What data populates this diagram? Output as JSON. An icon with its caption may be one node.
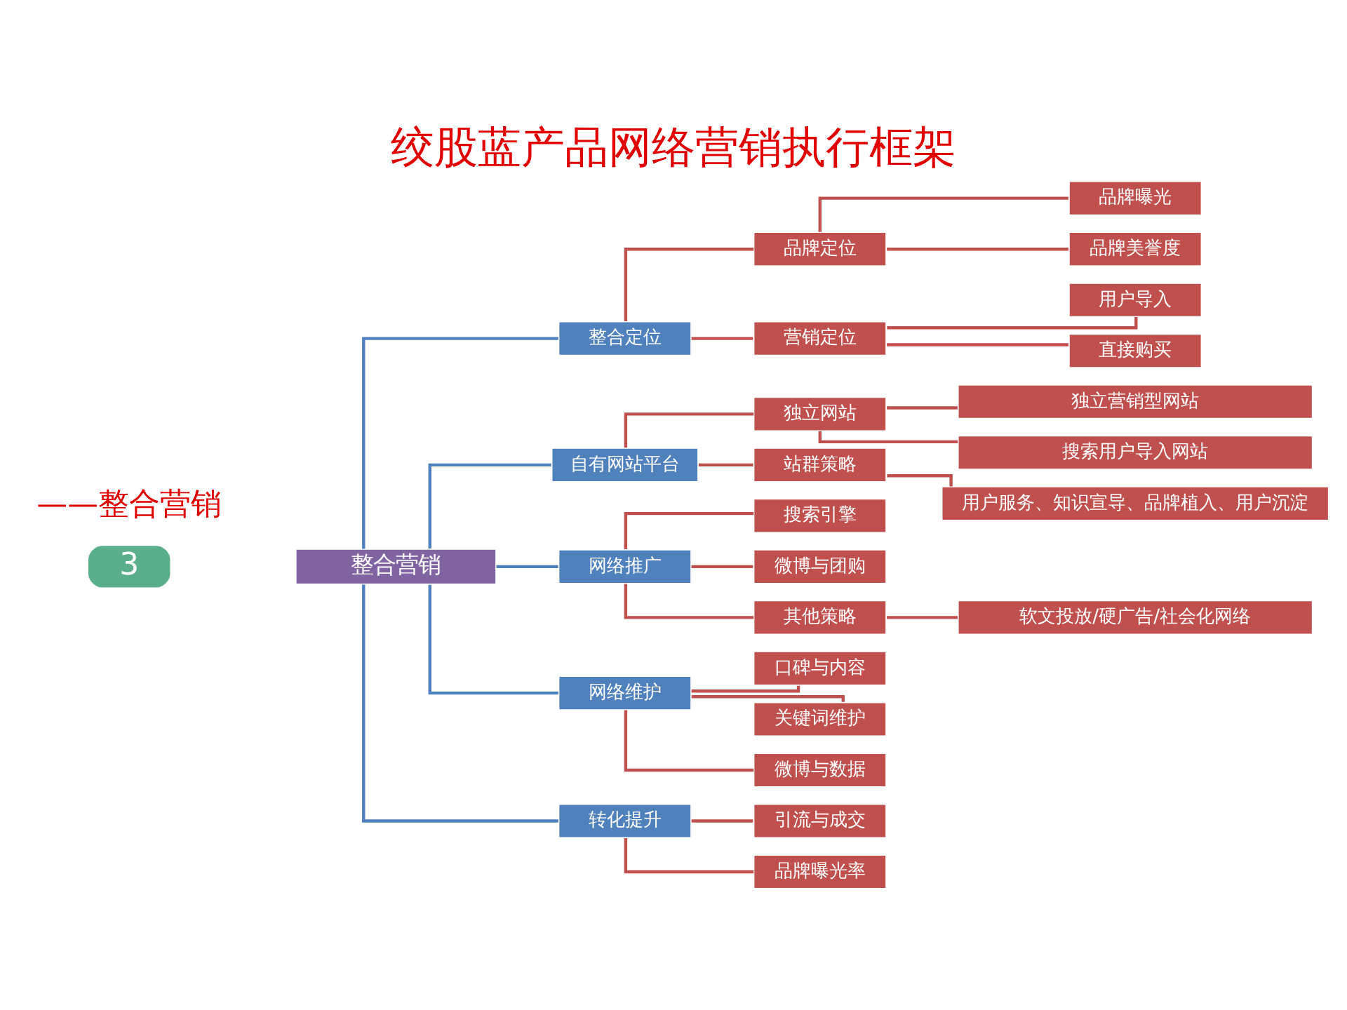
{
  "diagram": {
    "title": "绞股蓝产品网络营销执行框架",
    "nodes": [
      {
        "text": [
          "整合营销"
        ]
      },
      {
        "text": [
          "整合定位"
        ]
      },
      {
        "text": [
          "品牌定位"
        ]
      },
      {
        "text": [
          "品牌曝光"
        ]
      },
      {
        "text": [
          "品牌美誉度"
        ]
      },
      {
        "text": [
          "营销定位"
        ]
      },
      {
        "text": [
          "用户导入"
        ]
      },
      {
        "text": [
          "直接购买"
        ]
      },
      {
        "text": [
          "自有网站平台"
        ]
      },
      {
        "text": [
          "独立网站"
        ]
      },
      {
        "text": [
          "独立营销型网站"
        ]
      },
      {
        "text": [
          "搜索用户导入网站"
        ]
      },
      {
        "text": [
          "站群策略"
        ]
      },
      {
        "text": [
          "用户服务、知识宣导、品牌植入、用户沉淀"
        ]
      },
      {
        "text": [
          "网络推广"
        ]
      },
      {
        "text": [
          "搜索引擎"
        ]
      },
      {
        "text": [
          "微博与团购"
        ]
      },
      {
        "text": [
          "其他策略"
        ]
      },
      {
        "text": [
          "软文投放/硬广告/社会化网络"
        ]
      },
      {
        "text": [
          "网络维护"
        ]
      },
      {
        "text": [
          "口碑与内容"
        ]
      },
      {
        "text": [
          "关键词维护"
        ]
      },
      {
        "text": [
          "微博与数据"
        ]
      },
      {
        "text": [
          "转化提升"
        ]
      },
      {
        "text": [
          "引流与成交"
        ]
      },
      {
        "text": [
          "品牌曝光率"
        ]
      }
    ],
    "edges": [
      {
        "from": 0,
        "to": 1,
        "arrow": "none",
        "color": "#4f81bd"
      },
      {
        "from": 1,
        "to": 2,
        "arrow": "none"
      },
      {
        "from": 2,
        "to": 3,
        "arrow": "none"
      },
      {
        "from": 2,
        "to": 4,
        "arrow": "none"
      },
      {
        "from": 1,
        "to": 5,
        "arrow": "none"
      },
      {
        "from": 5,
        "to": 6,
        "arrow": "none"
      },
      {
        "from": 5,
        "to": 7,
        "arrow": "none"
      },
      {
        "from": 0,
        "to": 8,
        "arrow": "none",
        "color": "#4f81bd"
      },
      {
        "from": 8,
        "to": 9,
        "arrow": "none"
      },
      {
        "from": 9,
        "to": 10,
        "arrow": "none"
      },
      {
        "from": 9,
        "to": 11,
        "arrow": "none"
      },
      {
        "from": 8,
        "to": 12,
        "arrow": "none"
      },
      {
        "from": 12,
        "to": 13,
        "arrow": "none"
      },
      {
        "from": 0,
        "to": 14,
        "arrow": "none",
        "color": "#4f81bd"
      },
      {
        "from": 14,
        "to": 15,
        "arrow": "none"
      },
      {
        "from": 14,
        "to": 16,
        "arrow": "none"
      },
      {
        "from": 14,
        "to": 17,
        "arrow": "none"
      },
      {
        "from": 17,
        "to": 18,
        "arrow": "none"
      },
      {
        "from": 0,
        "to": 19,
        "arrow": "none",
        "color": "#4f81bd"
      },
      {
        "from": 19,
        "to": 20,
        "arrow": "none"
      },
      {
        "from": 19,
        "to": 21,
        "arrow": "none"
      },
      {
        "from": 19,
        "to": 22,
        "arrow": "none"
      },
      {
        "from": 0,
        "to": 23,
        "arrow": "none",
        "color": "#4f81bd"
      },
      {
        "from": 23,
        "to": 24,
        "arrow": "none"
      },
      {
        "from": 23,
        "to": 25,
        "arrow": "none"
      }
    ],
    "labels": [
      "3",
      "——整合营销"
    ]
  }
}
